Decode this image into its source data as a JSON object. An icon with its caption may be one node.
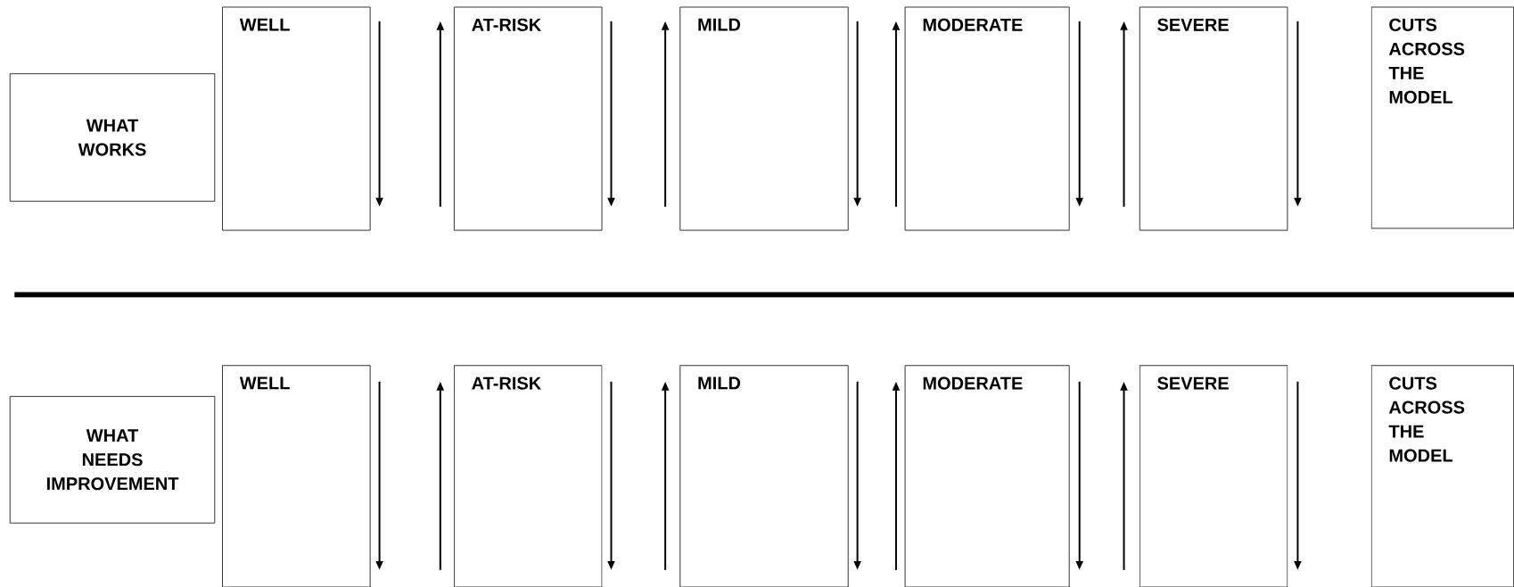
{
  "diagram": {
    "nodes": [
      {
        "text": [
          "WHAT WORKS"
        ]
      },
      {
        "text": [
          "WELL"
        ]
      },
      {
        "text": [
          "AT-RISK"
        ]
      },
      {
        "text": [
          "MILD"
        ]
      },
      {
        "text": [
          "MODERATE"
        ]
      },
      {
        "text": [
          "SEVERE"
        ]
      },
      {
        "text": [
          "CUTS ACROSS THE MODEL"
        ]
      },
      {
        "text": [
          "WHAT NEEDS IMPROVEMENT"
        ]
      },
      {
        "text": [
          "WELL"
        ]
      },
      {
        "text": [
          "AT-RISK"
        ]
      },
      {
        "text": [
          "MILD"
        ]
      },
      {
        "text": [
          "MODERATE"
        ]
      },
      {
        "text": [
          "SEVERE"
        ]
      },
      {
        "text": [
          "CUTS ACROSS THE MODEL"
        ]
      }
    ]
  }
}
